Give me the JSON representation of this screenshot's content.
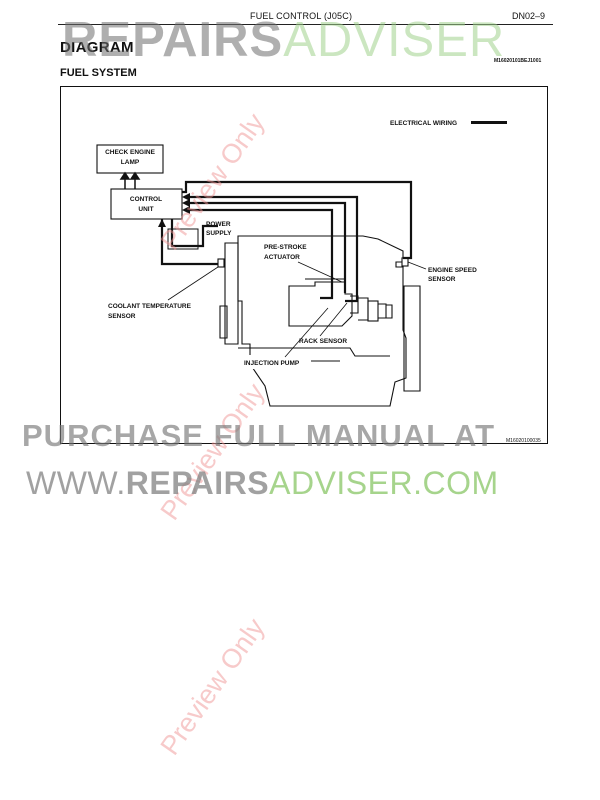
{
  "header": {
    "title": "FUEL CONTROL (J05C)",
    "page": "DN02–9"
  },
  "section": {
    "title": "DIAGRAM",
    "code": "M16020101BEJ1001",
    "subtitle": "FUEL SYSTEM"
  },
  "diagram": {
    "legend_label": "ELECTRICAL WIRING",
    "figure_code": "M16020100035",
    "labels": {
      "check_engine_lamp": [
        "CHECK ENGINE",
        "LAMP"
      ],
      "control_unit": [
        "CONTROL",
        "UNIT"
      ],
      "power_supply": [
        "POWER",
        "SUPPLY"
      ],
      "pre_stroke_actuator": [
        "PRE-STROKE",
        "ACTUATOR"
      ],
      "engine_speed_sensor": [
        "ENGINE SPEED",
        "SENSOR"
      ],
      "coolant_temperature_sensor": [
        "COOLANT TEMPERATURE",
        "SENSOR"
      ],
      "rack_sensor": "RACK SENSOR",
      "injection_pump": "INJECTION PUMP"
    }
  },
  "watermarks": {
    "logo": [
      "REPAIRS",
      "ADVISER"
    ],
    "preview": "Preview Only",
    "purchase": "PURCHASE FULL MANUAL AT",
    "url": [
      "WWW.",
      "REPAIRS",
      "ADVISER.COM"
    ]
  }
}
